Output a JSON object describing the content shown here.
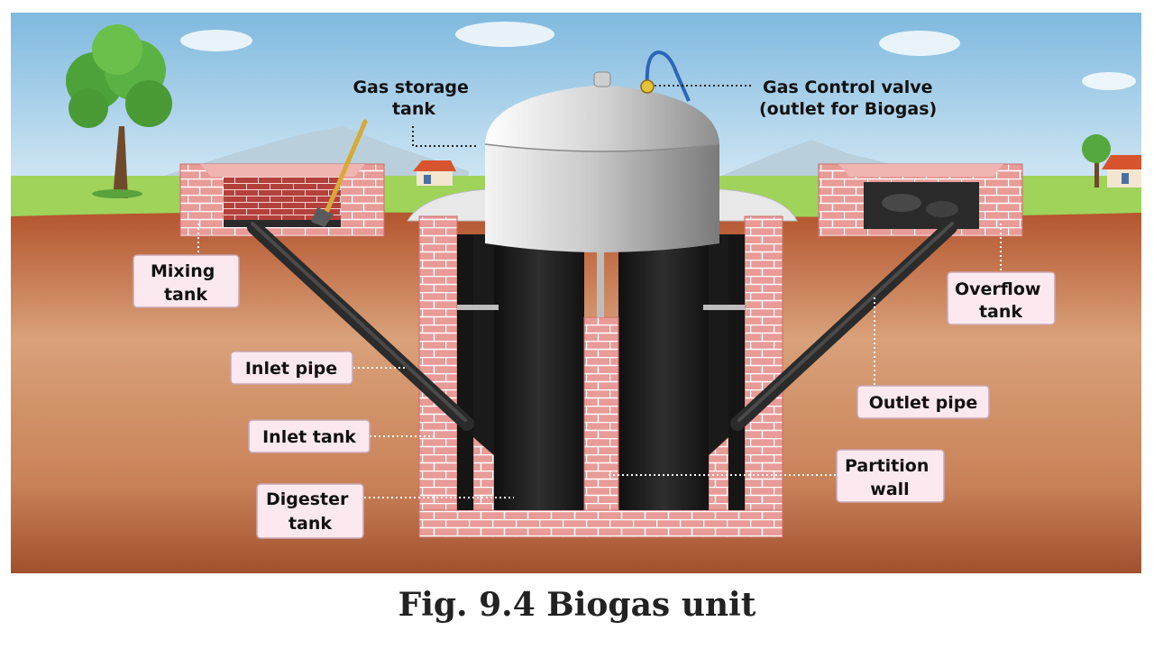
{
  "labels": {
    "gas_storage_tank": [
      "Gas storage",
      "tank"
    ],
    "gas_control_valve": [
      "Gas Control valve",
      "(outlet for Biogas)"
    ],
    "mixing_tank": [
      "Mixing",
      "tank"
    ],
    "overflow_tank": [
      "Overflow",
      "tank"
    ],
    "inlet_pipe": "Inlet pipe",
    "outlet_pipe": "Outlet pipe",
    "inlet_tank": "Inlet tank",
    "partition_wall": [
      "Partition",
      "wall"
    ],
    "digester_tank": [
      "Digester",
      "tank"
    ]
  },
  "caption": "Fig. 9.4 Biogas unit",
  "colors": {
    "sky": "#cfe6f3",
    "grass": "#9cd15a",
    "soil": "#b5623a",
    "brick": "#e79a97",
    "slurry": "#1c1c1c",
    "steel": "#c8c8c8",
    "label_box": "#fbe9ef"
  }
}
